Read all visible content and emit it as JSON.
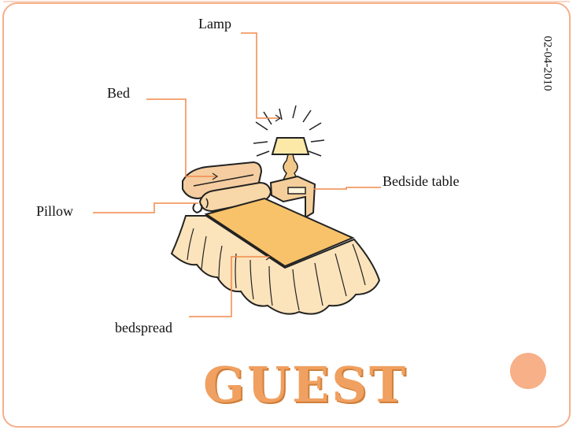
{
  "labels": {
    "lamp": "Lamp",
    "bed": "Bed",
    "pillow": "Pillow",
    "bedside_table": "Bedside table",
    "bedspread": "bedspread"
  },
  "date": "02-04-2010",
  "title": "GUEST",
  "colors": {
    "border": "#f4b08c",
    "leader_line": "#f08a4a",
    "title": "#f0a060",
    "bedspread": "#f7c26a",
    "accent_circle": "#f7b088"
  }
}
